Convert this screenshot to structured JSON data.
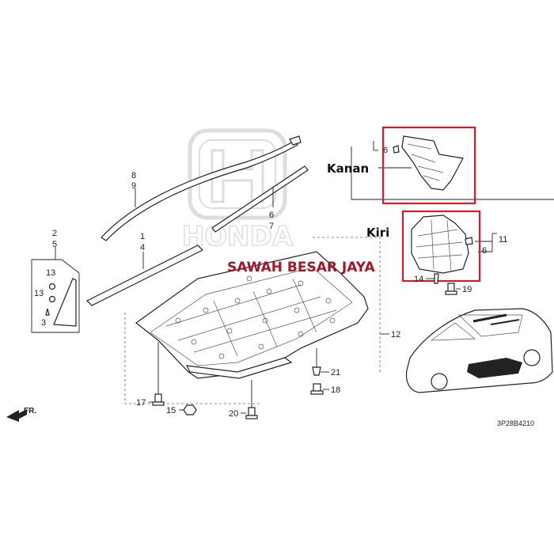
{
  "watermark": {
    "brand": "HONDA"
  },
  "shop_name": "SAWAH BESAR JAYA",
  "labels": {
    "right": "Kanan",
    "left": "Kiri"
  },
  "diagram_code": "3P28B4210",
  "direction": "FR.",
  "highlight_color": "#d0202a",
  "callouts": {
    "p1": "1",
    "p2": "2",
    "p3": "3",
    "p4": "4",
    "p5": "5",
    "p6": "6",
    "p6b": "6",
    "p6c": "6",
    "p7": "7",
    "p8": "8",
    "p9": "9",
    "p11": "11",
    "p12": "12",
    "p13a": "13",
    "p13b": "13",
    "p14": "14",
    "p15": "15",
    "p17": "17",
    "p18": "18",
    "p19": "19",
    "p20": "20",
    "p21": "21"
  }
}
